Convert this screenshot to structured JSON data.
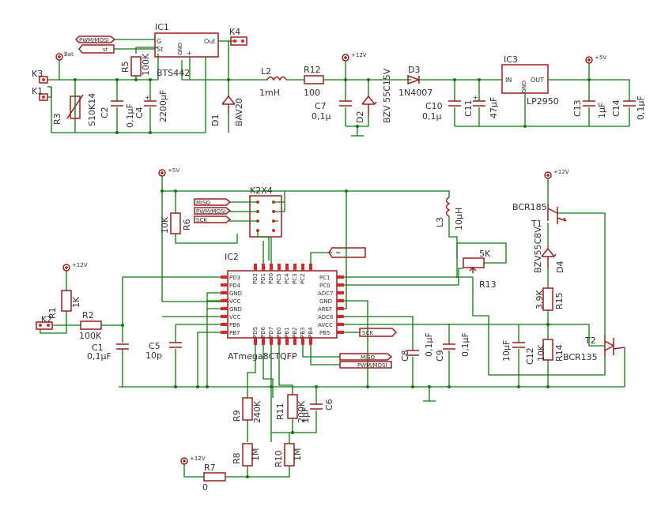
{
  "parts": {
    "IC1": {
      "ref": "IC1",
      "value": "BTS442",
      "pins": [
        "G",
        "St",
        "GND",
        "Out",
        "+"
      ]
    },
    "IC2": {
      "ref": "IC2",
      "value": "ATmega8CTQFP",
      "pins_top": [
        "PD2",
        "PD1",
        "PD0",
        "PC5",
        "PC4",
        "PC3",
        "PC2"
      ],
      "pins_left": [
        "PD3",
        "PD4",
        "GND",
        "VCC",
        "GND",
        "VCC",
        "PB6",
        "PB7"
      ],
      "pins_right": [
        "PC1",
        "PC0",
        "ADC7",
        "GND",
        "AREF",
        "ADC6",
        "AVCC",
        "PB5"
      ],
      "pins_bottom": [
        "PD5",
        "PD6",
        "PD7",
        "PB0",
        "PB1",
        "PB2",
        "PB3",
        "PB4"
      ]
    },
    "IC3": {
      "ref": "IC3",
      "value": "LP2950",
      "pins": [
        "IN",
        "GND",
        "OUT"
      ]
    },
    "K1": {
      "ref": "K1"
    },
    "K2": {
      "ref": "K2"
    },
    "K3": {
      "ref": "K3"
    },
    "K4": {
      "ref": "K4"
    },
    "K2X4": {
      "ref": "K2X4"
    },
    "R1": {
      "ref": "R1",
      "value": "1K"
    },
    "R2": {
      "ref": "R2",
      "value": "100K"
    },
    "R3": {
      "ref": "R3",
      "value": "S10K14"
    },
    "R5": {
      "ref": "R5",
      "value": "100K"
    },
    "R6": {
      "ref": "R6",
      "value": "10K"
    },
    "R7": {
      "ref": "R7",
      "value": "0"
    },
    "R8": {
      "ref": "R8",
      "value": "1M"
    },
    "R9": {
      "ref": "R9",
      "value": "240K"
    },
    "R10": {
      "ref": "R10",
      "value": "1M"
    },
    "R11": {
      "ref": "R11",
      "value": "200K"
    },
    "R12": {
      "ref": "R12",
      "value": "100"
    },
    "R13": {
      "ref": "R13",
      "value": "5K"
    },
    "R14": {
      "ref": "R14",
      "value": "10K"
    },
    "R15": {
      "ref": "R15",
      "value": "3,9K"
    },
    "C1": {
      "ref": "C1",
      "value": "0,1µF"
    },
    "C2": {
      "ref": "C2",
      "value": "0,1µF"
    },
    "C4": {
      "ref": "C4",
      "value": "2200µF"
    },
    "C5": {
      "ref": "C5",
      "value": "10p"
    },
    "C6": {
      "ref": "C6",
      "value": "1µF"
    },
    "C7": {
      "ref": "C7",
      "value": "0,1µ"
    },
    "C8": {
      "ref": "C8",
      "value": "0,1µF"
    },
    "C9": {
      "ref": "C9",
      "value": "0,1µF"
    },
    "C10": {
      "ref": "C10",
      "value": "0,1µ"
    },
    "C11": {
      "ref": "C11",
      "value": "47µF"
    },
    "C12": {
      "ref": "C12",
      "value": "10µF"
    },
    "C13": {
      "ref": "C13",
      "value": "1µF"
    },
    "C14": {
      "ref": "C14",
      "value": "0,1µF"
    },
    "D1": {
      "ref": "D1",
      "value": "BAV20"
    },
    "D2": {
      "ref": "D2",
      "value": "BZV 55C15V"
    },
    "D3": {
      "ref": "D3",
      "value": "1N4007"
    },
    "D4": {
      "ref": "D4",
      "value": "BZV55C8V"
    },
    "L2": {
      "ref": "L2",
      "value": "1mH"
    },
    "L3": {
      "ref": "L3",
      "value": "10µH"
    },
    "T1": {
      "ref": "T1",
      "value": "BCR185"
    },
    "T2": {
      "ref": "T2",
      "value": "BCR135"
    }
  },
  "nets": {
    "bat": "Bat",
    "v12": "+12V",
    "v5": "+5V",
    "pwm_mosi": "PWM/MOSI",
    "st": "st",
    "miso": "MISO",
    "sck": "SCK"
  },
  "colors": {
    "wire": "#0a7a0a",
    "part": "#9a1f1f",
    "pad": "#d9262a",
    "text": "#303030"
  }
}
